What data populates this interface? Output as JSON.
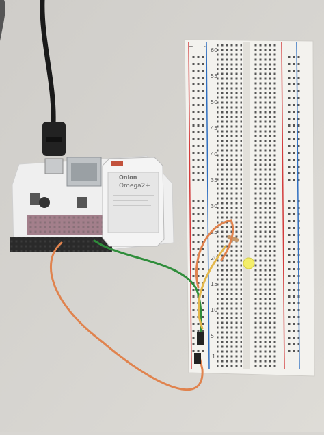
{
  "photo": {
    "module": {
      "brand": "Onion",
      "model": "Omega2+"
    },
    "breadboard": {
      "row_numbers": [
        "60",
        "55",
        "50",
        "45",
        "40",
        "35",
        "30",
        "25",
        "20",
        "15",
        "10",
        "5",
        "1"
      ],
      "rail_markers": [
        "+",
        "-"
      ]
    }
  },
  "colors": {
    "desk": "#d8d6d2",
    "breadboard": "#f3f2ee",
    "rail_red": "#d23c3c",
    "rail_blue": "#2f6fc0",
    "pcb": "#eeeeee",
    "header": "#2a2a2a",
    "wire_orange": "#e0834e",
    "wire_green": "#2f8d3b",
    "wire_yellow": "#e4b84c",
    "led": "#f3ee6a",
    "cable": "#1a1a1a"
  }
}
